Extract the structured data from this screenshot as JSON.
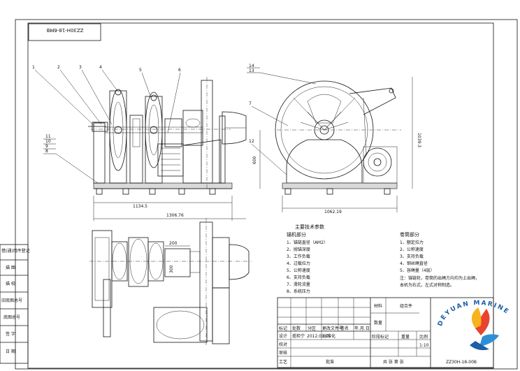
{
  "drawing": {
    "code_label": "ZZ30H-18-6MB",
    "drawing_number": "ZZ30H-18-00B"
  },
  "dimensions": {
    "front_length_1": "1134.5",
    "front_length_2": "1306.76",
    "side_width": "1062.19",
    "side_height": "600",
    "right_height": "1039.3",
    "plan_width": "200",
    "plan_height": "300"
  },
  "part_callouts": [
    "1",
    "2",
    "3",
    "4",
    "5",
    "6",
    "11",
    "10",
    "9",
    "8",
    "14",
    "13",
    "7",
    "12"
  ],
  "windlass_params": {
    "heading": "主要技术参数",
    "subheading": "锚机部分",
    "items": [
      "1、锚链直径（AM2）",
      "2、抛锚深度",
      "3、工作负载",
      "4、过载拉力",
      "5、公称速度",
      "6、支持负载",
      "7、滑轮流量",
      "8、系统压力"
    ]
  },
  "winch_params": {
    "subheading": "卷筒部分",
    "items": [
      "1、额定拉力",
      "2、公称速度",
      "3、支持负载",
      "4、钢丝绳直径",
      "5、容绳量（4层）"
    ],
    "note_lines": [
      "注：锚链轮，卷筒的出绳方向均为上出绳，",
      "本机为右式，左式对称制造。"
    ]
  },
  "left_strip": [
    "借(通)用件登记",
    "描 图",
    "描 校",
    "旧底图总号",
    "底图总号",
    "签 字",
    "日 期"
  ],
  "title_block": {
    "material_label": "材料",
    "material_value": "组合件",
    "quantity_label": "数量",
    "row_headers": [
      "标记",
      "处数",
      "分区",
      "更改文件号",
      "签名",
      "年.月.日"
    ],
    "row_design": [
      "设计",
      "揽检宁",
      "2012.01.05",
      "标准化"
    ],
    "row_labels_lower": [
      "校对",
      "审核",
      "工艺"
    ],
    "approve_label": "批准",
    "stage_label": "阶段标记",
    "weight_label": "重量",
    "scale_label": "比例",
    "scale_value": "1:10",
    "sheets_label": "共  张  第  张"
  },
  "logo": {
    "brand_text": "DEYUAN MARINE",
    "colors": [
      "#e8442f",
      "#f7b21c",
      "#2f8fd6",
      "#1d5fa8"
    ]
  }
}
